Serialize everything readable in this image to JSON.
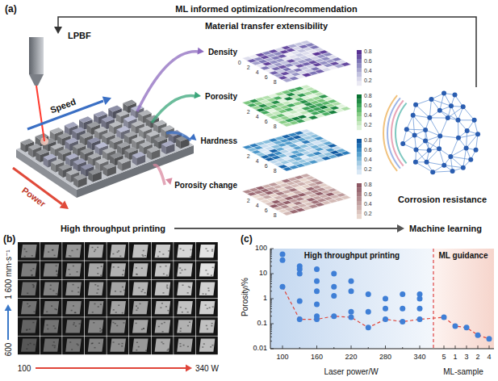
{
  "diagram": {
    "labels": [
      "(a)",
      "ML informed optimization/recommendation",
      "Material transfer extensibility",
      "LPBF",
      "Speed",
      "Power",
      "Density",
      "Porosity",
      "Hardness",
      "Porosity change",
      "0",
      "2",
      "4",
      "6",
      "8",
      "2",
      "4",
      "6",
      "8",
      "2",
      "4",
      "6",
      "8",
      "2",
      "4",
      "6",
      "8",
      "0.8",
      "0.6",
      "0.4",
      "0.2",
      "0.8",
      "0.6",
      "0.4",
      "0.2",
      "0.8",
      "0.6",
      "0.4",
      "0.2",
      "0.8",
      "0.6",
      "0.4",
      "0.2",
      "Corrosion resistance",
      "High throughput printing",
      "Machine learning",
      "(b)",
      "1 600 mm·s⁻¹",
      "600",
      "100",
      "340 W",
      "(c)",
      "100",
      "10",
      "1",
      "0.1",
      "0.01",
      "Porosity/%",
      "High throughput printing",
      "ML guidance",
      "100",
      "160",
      "220",
      "280",
      "340",
      "5",
      "1",
      "3",
      "2",
      "4",
      "Laser power/W",
      "ML-sample"
    ]
  }
}
